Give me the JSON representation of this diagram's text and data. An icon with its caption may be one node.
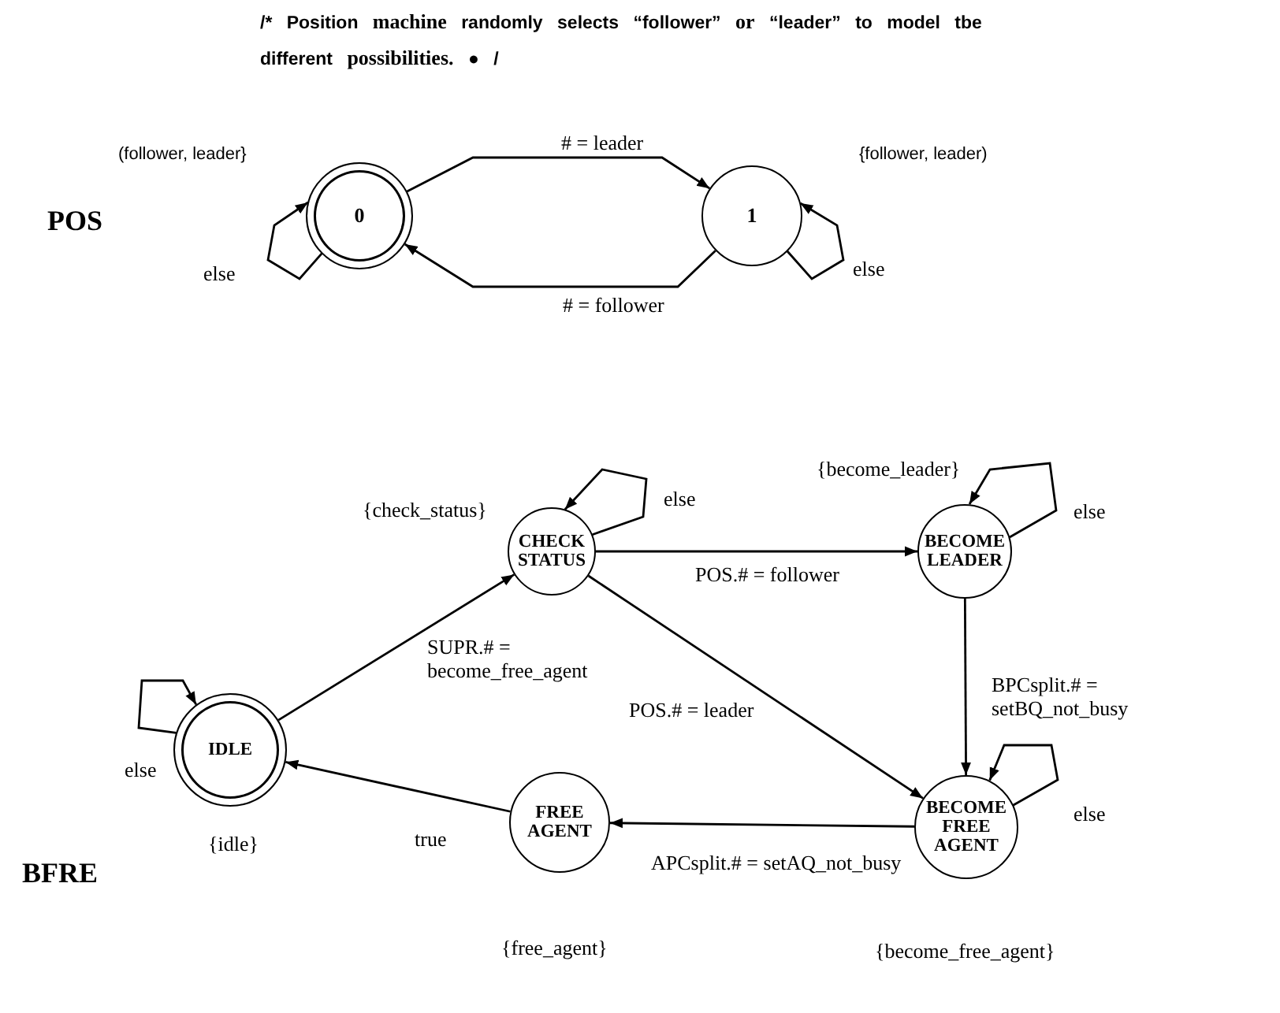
{
  "diagram": {
    "nodes": [
      {
        "text": [
          "0"
        ],
        "beside": [
          "(follower, leader}"
        ]
      },
      {
        "text": [
          "1"
        ],
        "beside": [
          "{follower, leader)"
        ]
      },
      {
        "text": [
          "CHECK STATUS"
        ],
        "beside": [
          "{check_status}"
        ]
      },
      {
        "text": [
          "BECOME LEADER"
        ],
        "beside": [
          "{become_leader}"
        ]
      },
      {
        "text": [
          "IDLE"
        ],
        "beside": [
          "{idle}"
        ]
      },
      {
        "text": [
          "FREE AGENT"
        ],
        "beside": [
          "{free_agent}"
        ]
      },
      {
        "text": [
          "BECOME FREE AGENT"
        ],
        "beside": [
          "{become_free_agent}"
        ]
      }
    ],
    "edges": [
      {
        "from": 0,
        "to": 1,
        "arrow": "to",
        "label": "# = leader"
      },
      {
        "from": 1,
        "to": 0,
        "arrow": "to",
        "label": "# = follower"
      },
      {
        "from": 0,
        "to": 0,
        "arrow": "to",
        "label": "else"
      },
      {
        "from": 1,
        "to": 1,
        "arrow": "to",
        "label": "else"
      },
      {
        "from": 2,
        "to": 2,
        "arrow": "to",
        "label": "else"
      },
      {
        "from": 3,
        "to": 3,
        "arrow": "to",
        "label": "else"
      },
      {
        "from": 4,
        "to": 4,
        "arrow": "to",
        "label": "else"
      },
      {
        "from": 6,
        "to": 6,
        "arrow": "to",
        "label": "else"
      },
      {
        "from": 4,
        "to": 2,
        "arrow": "to",
        "label": "SUPR.# = become_free_agent"
      },
      {
        "from": 2,
        "to": 3,
        "arrow": "to",
        "label": "POS.# = follower"
      },
      {
        "from": 2,
        "to": 6,
        "arrow": "to",
        "label": "POS.# = leader"
      },
      {
        "from": 3,
        "to": 6,
        "arrow": "to",
        "label": "BPCsplit.# = setBQ_not_busy"
      },
      {
        "from": 6,
        "to": 5,
        "arrow": "to",
        "label": "APCsplit.# = setAQ_not_busy"
      },
      {
        "from": 5,
        "to": 4,
        "arrow": "to",
        "label": "true"
      }
    ],
    "labels": [
      "/* Position **machine** randomly selects “follower” **or** “leader” to model tbe different **possibilities.** ● /",
      "POS",
      "BFRE"
    ]
  }
}
